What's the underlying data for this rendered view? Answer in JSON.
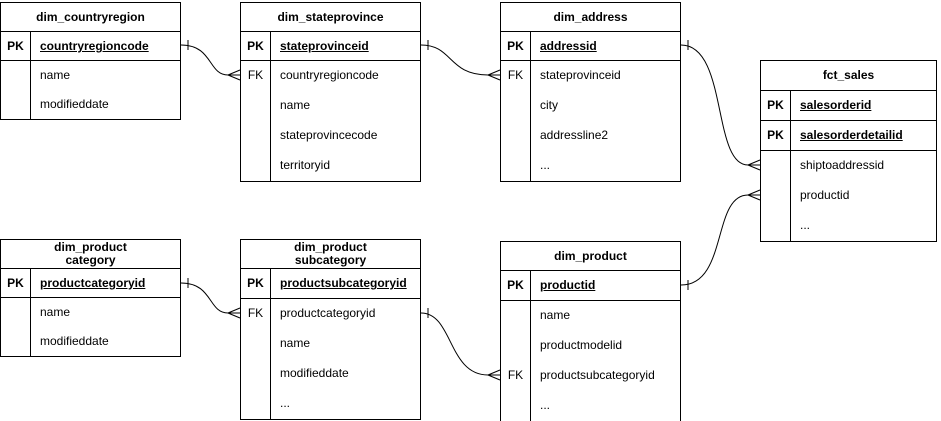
{
  "diagram": {
    "type": "entity-relationship",
    "background_color": "#ffffff",
    "line_color": "#000000",
    "text_color": "#000000"
  },
  "entities": [
    {
      "name": "dim_countryregion",
      "title_lines": [
        "dim_countryregion"
      ],
      "rows": [
        {
          "key": "PK",
          "field": "countryregioncode"
        },
        {
          "key": "",
          "field": "name"
        },
        {
          "key": "",
          "field": "modifieddate"
        }
      ]
    },
    {
      "name": "dim_stateprovince",
      "title_lines": [
        "dim_stateprovince"
      ],
      "rows": [
        {
          "key": "PK",
          "field": "stateprovinceid"
        },
        {
          "key": "FK",
          "field": "countryregioncode"
        },
        {
          "key": "",
          "field": "name"
        },
        {
          "key": "",
          "field": "stateprovincecode"
        },
        {
          "key": "",
          "field": "territoryid"
        }
      ]
    },
    {
      "name": "dim_address",
      "title_lines": [
        "dim_address"
      ],
      "rows": [
        {
          "key": "PK",
          "field": "addressid"
        },
        {
          "key": "FK",
          "field": "stateprovinceid"
        },
        {
          "key": "",
          "field": "city"
        },
        {
          "key": "",
          "field": "addressline2"
        },
        {
          "key": "",
          "field": "..."
        }
      ]
    },
    {
      "name": "fct_sales",
      "title_lines": [
        "fct_sales"
      ],
      "rows": [
        {
          "key": "PK",
          "field": "salesorderid"
        },
        {
          "key": "PK",
          "field": "salesorderdetailid"
        },
        {
          "key": "",
          "field": "shiptoaddressid"
        },
        {
          "key": "",
          "field": "productid"
        },
        {
          "key": "",
          "field": "..."
        }
      ]
    },
    {
      "name": "dim_productcategory",
      "title_lines": [
        "dim_product",
        "category"
      ],
      "rows": [
        {
          "key": "PK",
          "field": "productcategoryid"
        },
        {
          "key": "",
          "field": "name"
        },
        {
          "key": "",
          "field": "modifieddate"
        }
      ]
    },
    {
      "name": "dim_productsubcategory",
      "title_lines": [
        "dim_product",
        "subcategory"
      ],
      "rows": [
        {
          "key": "PK",
          "field": "productsubcategoryid"
        },
        {
          "key": "FK",
          "field": "productcategoryid"
        },
        {
          "key": "",
          "field": "name"
        },
        {
          "key": "",
          "field": "modifieddate"
        },
        {
          "key": "",
          "field": "..."
        }
      ]
    },
    {
      "name": "dim_product",
      "title_lines": [
        "dim_product"
      ],
      "rows": [
        {
          "key": "PK",
          "field": "productid"
        },
        {
          "key": "",
          "field": "name"
        },
        {
          "key": "",
          "field": "productmodelid"
        },
        {
          "key": "FK",
          "field": "productsubcategoryid"
        },
        {
          "key": "",
          "field": "..."
        }
      ]
    }
  ],
  "relationships": [
    {
      "from": "dim_countryregion.countryregioncode",
      "to": "dim_stateprovince.countryregioncode",
      "cardinality": "one-to-many"
    },
    {
      "from": "dim_stateprovince.stateprovinceid",
      "to": "dim_address.stateprovinceid",
      "cardinality": "one-to-many"
    },
    {
      "from": "dim_address.addressid",
      "to": "fct_sales.shiptoaddressid",
      "cardinality": "one-to-many"
    },
    {
      "from": "dim_product.productid",
      "to": "fct_sales.productid",
      "cardinality": "one-to-many"
    },
    {
      "from": "dim_productcategory.productcategoryid",
      "to": "dim_productsubcategory.productcategoryid",
      "cardinality": "one-to-many"
    },
    {
      "from": "dim_productsubcategory.productsubcategoryid",
      "to": "dim_product.productsubcategoryid",
      "cardinality": "one-to-many"
    }
  ]
}
